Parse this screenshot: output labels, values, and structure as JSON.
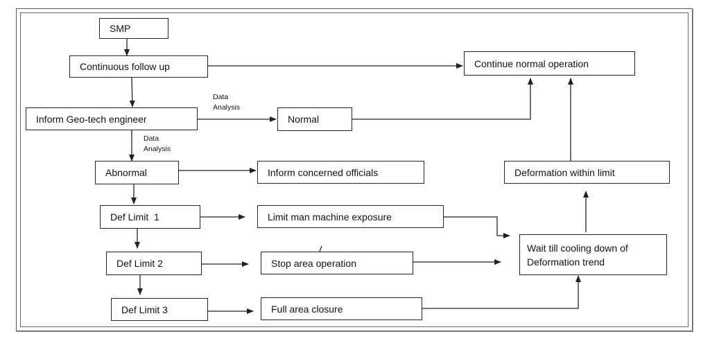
{
  "nodes": {
    "smp": "SMP",
    "continuous_follow_up": "Continuous follow up",
    "continue_normal_operation": "Continue normal operation",
    "inform_geotech_engineer": "Inform Geo-tech engineer",
    "normal": "Normal",
    "abnormal": "Abnormal",
    "inform_concerned_officials": "Inform concerned officials",
    "deformation_within_limit": "Deformation within limit",
    "def_limit_1": "Def Limit  1",
    "limit_man_machine_exposure": "Limit man machine exposure",
    "wait_till_cooling_down": "Wait till cooling down of Deformation trend",
    "def_limit_2": "Def Limit 2",
    "stop_area_operation": "Stop area operation",
    "def_limit_3": "Def Limit 3",
    "full_area_closure": "Full area closure"
  },
  "edge_labels": {
    "data_analysis_normal_line1": "Data",
    "data_analysis_normal_line2": "Analysis",
    "data_analysis_abnormal_line1": "Data",
    "data_analysis_abnormal_line2": "Analysis"
  },
  "colors": {
    "line": "#222222",
    "border": "#555555",
    "background": "#ffffff"
  }
}
